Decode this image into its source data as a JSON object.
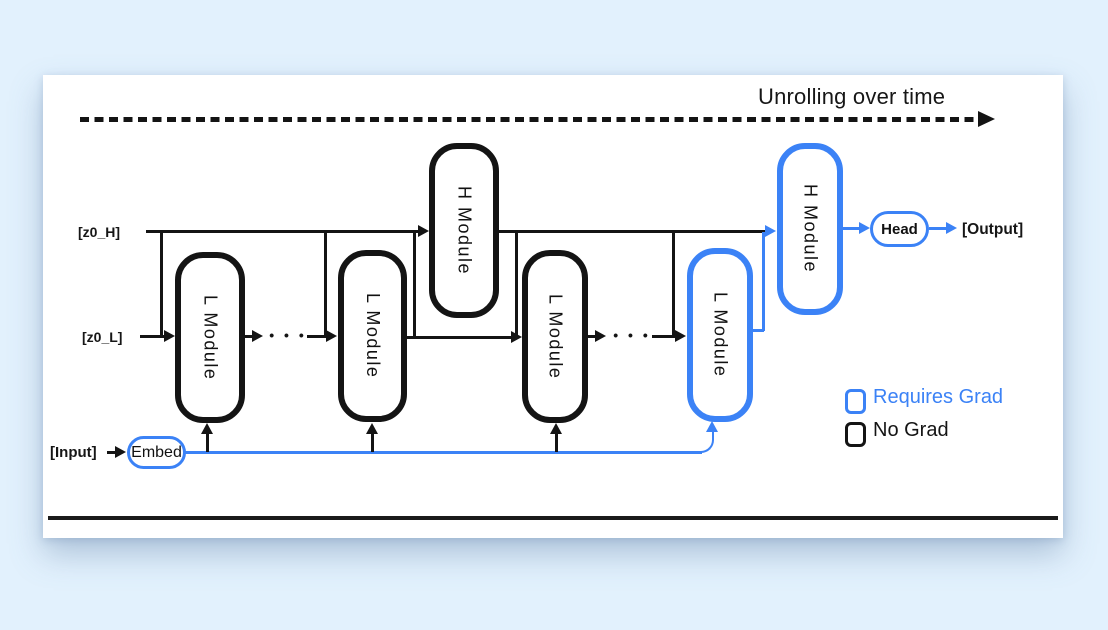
{
  "title": "Unrolling over time",
  "labels": {
    "z0_h": "[z0_H]",
    "z0_l": "[z0_L]",
    "input": "[Input]",
    "output": "[Output]"
  },
  "nodes": {
    "embed": "Embed",
    "head": "Head"
  },
  "modules": [
    {
      "label": "L Module",
      "grad": "no-grad"
    },
    {
      "label": "L Module",
      "grad": "no-grad"
    },
    {
      "label": "H Module",
      "grad": "no-grad"
    },
    {
      "label": "L Module",
      "grad": "no-grad"
    },
    {
      "label": "L Module",
      "grad": "requires-grad"
    },
    {
      "label": "H Module",
      "grad": "requires-grad"
    }
  ],
  "ellipsis": "• • •",
  "legend": {
    "items": [
      {
        "label": "Requires Grad",
        "color": "#3b82f6"
      },
      {
        "label": "No Grad",
        "color": "#141414"
      }
    ]
  },
  "colors": {
    "accent_blue": "#3b82f6",
    "line_black": "#141414",
    "card_bg": "#ffffff",
    "page_bg": "#e2f1fd"
  }
}
